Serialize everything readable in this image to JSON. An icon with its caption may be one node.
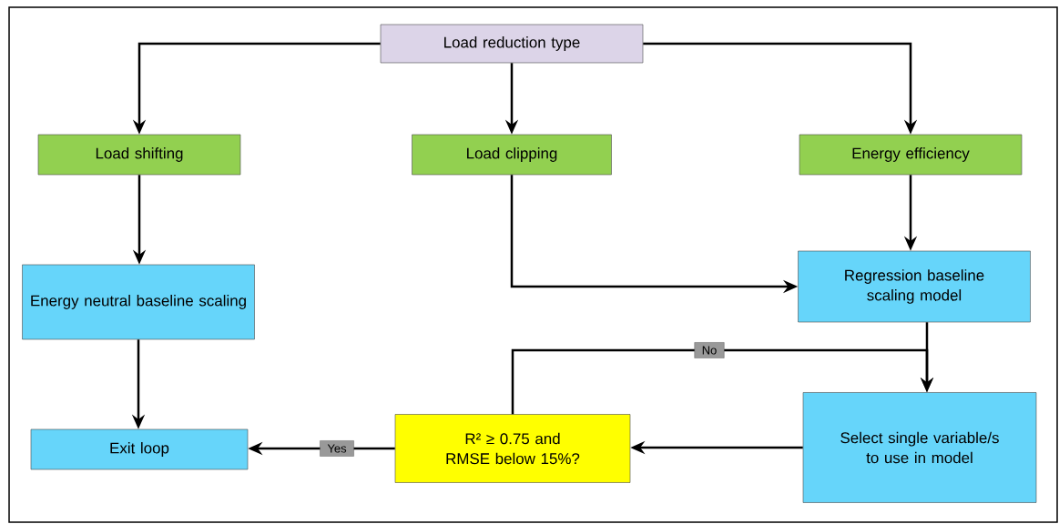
{
  "diagram": {
    "nodes": [
      {
        "text": [
          "Load reduction type"
        ]
      },
      {
        "text": [
          "Load shifting"
        ]
      },
      {
        "text": [
          "Load clipping"
        ]
      },
      {
        "text": [
          "Energy efficiency"
        ]
      },
      {
        "text": [
          "Energy neutral baseline scaling"
        ]
      },
      {
        "text": [
          "Regression baseline scaling model"
        ]
      },
      {
        "text": [
          "Select single variable/s to use in model"
        ]
      },
      {
        "text": [
          "R² ≥ 0.75 and RMSE below 15%?"
        ]
      },
      {
        "text": [
          "Exit loop"
        ]
      }
    ],
    "edges": [
      {
        "from": 0,
        "to": 1,
        "arrow": "to"
      },
      {
        "from": 0,
        "to": 2,
        "arrow": "to"
      },
      {
        "from": 0,
        "to": 3,
        "arrow": "to"
      },
      {
        "from": 1,
        "to": 4,
        "arrow": "to"
      },
      {
        "from": 2,
        "to": 5,
        "arrow": "to"
      },
      {
        "from": 3,
        "to": 5,
        "arrow": "to"
      },
      {
        "from": 5,
        "to": 6,
        "arrow": "to"
      },
      {
        "from": 7,
        "to": 6,
        "arrow": "to",
        "label": "No"
      },
      {
        "from": 6,
        "to": 7,
        "arrow": "to"
      },
      {
        "from": 7,
        "to": 8,
        "arrow": "to",
        "label": "Yes"
      },
      {
        "from": 4,
        "to": 8,
        "arrow": "to"
      }
    ]
  }
}
